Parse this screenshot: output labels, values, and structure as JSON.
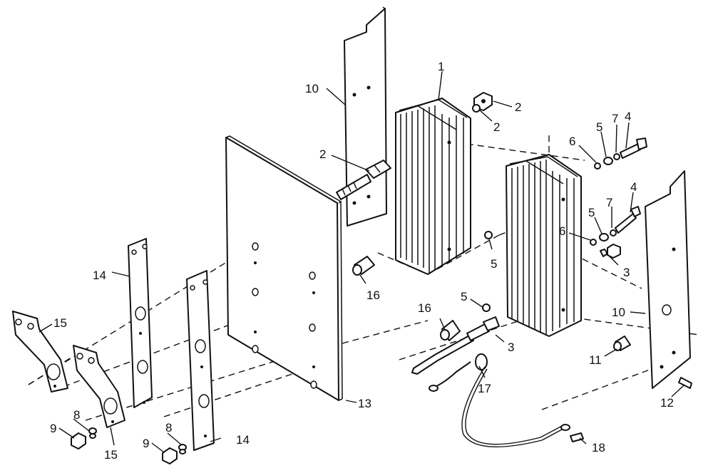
{
  "diagram": {
    "callouts": [
      {
        "id": "c1",
        "label": "1"
      },
      {
        "id": "c2a",
        "label": "2"
      },
      {
        "id": "c2b",
        "label": "2"
      },
      {
        "id": "c2c",
        "label": "2"
      },
      {
        "id": "c3a",
        "label": "3"
      },
      {
        "id": "c3b",
        "label": "3"
      },
      {
        "id": "c4a",
        "label": "4"
      },
      {
        "id": "c4b",
        "label": "4"
      },
      {
        "id": "c5a",
        "label": "5"
      },
      {
        "id": "c5b",
        "label": "5"
      },
      {
        "id": "c5c",
        "label": "5"
      },
      {
        "id": "c5d",
        "label": "5"
      },
      {
        "id": "c6a",
        "label": "6"
      },
      {
        "id": "c6b",
        "label": "6"
      },
      {
        "id": "c7a",
        "label": "7"
      },
      {
        "id": "c7b",
        "label": "7"
      },
      {
        "id": "c8a",
        "label": "8"
      },
      {
        "id": "c8b",
        "label": "8"
      },
      {
        "id": "c9a",
        "label": "9"
      },
      {
        "id": "c9b",
        "label": "9"
      },
      {
        "id": "c10a",
        "label": "10"
      },
      {
        "id": "c10b",
        "label": "10"
      },
      {
        "id": "c11",
        "label": "11"
      },
      {
        "id": "c12",
        "label": "12"
      },
      {
        "id": "c13",
        "label": "13"
      },
      {
        "id": "c14a",
        "label": "14"
      },
      {
        "id": "c14b",
        "label": "14"
      },
      {
        "id": "c15a",
        "label": "15"
      },
      {
        "id": "c15b",
        "label": "15"
      },
      {
        "id": "c16a",
        "label": "16"
      },
      {
        "id": "c16b",
        "label": "16"
      },
      {
        "id": "c17",
        "label": "17"
      },
      {
        "id": "c18",
        "label": "18"
      }
    ]
  }
}
